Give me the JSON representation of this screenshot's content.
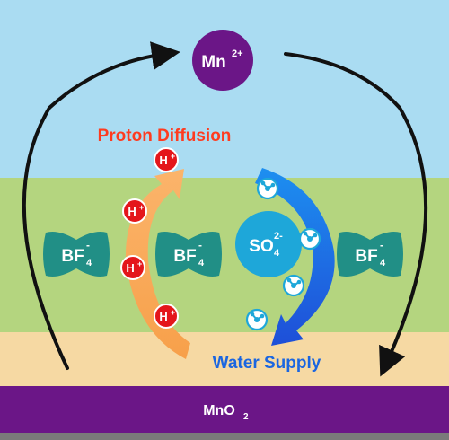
{
  "labels": {
    "mn_ion": "Mn",
    "mn_charge": "2+",
    "proton_diffusion": "Proton Diffusion",
    "water_supply": "Water Supply",
    "substrate_main": "MnO",
    "substrate_sub": "2"
  },
  "proton": {
    "symbol": "H",
    "charge": "+"
  },
  "anion_bf4": {
    "main": "BF",
    "sub": "4",
    "charge": "-"
  },
  "anion_so4": {
    "main": "SO",
    "sub": "4",
    "charge": "2-"
  },
  "colors": {
    "sky": "#aadcf2",
    "electrolyte": "#b4d57f",
    "interface": "#f6d9a3",
    "substrate": "#6b1687",
    "base": "#7a7a7a",
    "mn_ion": "#6b1687",
    "proton_text": "#ff3b1f",
    "water_text": "#1b66e0",
    "proton_ball": "#e4161b",
    "bf4": "#218f86",
    "so4": "#1ea7d9",
    "orange_arrow": "#f9a554",
    "blue_arrow": "#2a6bdf",
    "water_molecule": "#1ea7d9"
  }
}
